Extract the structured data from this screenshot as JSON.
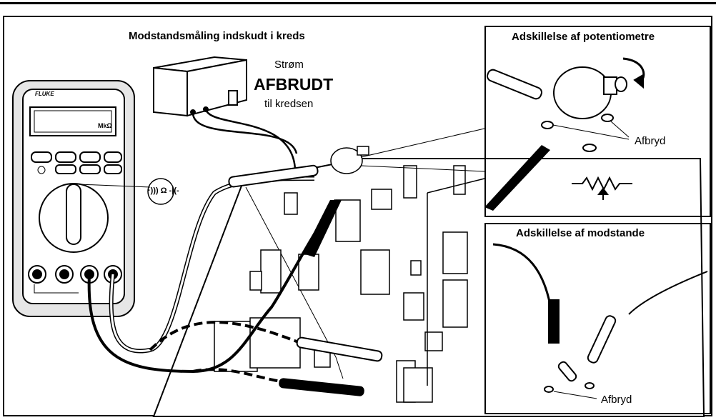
{
  "main_title": "Modstandsmåling indskudt i kreds",
  "power_supply": {
    "line1": "Strøm",
    "line2": "AFBRUDT",
    "line3": "til kredsen"
  },
  "panel_potentiometer": {
    "title": "Adskillelse af potentiometre",
    "callout": "Afbryd"
  },
  "panel_resistor": {
    "title": "Adskillelse af modstande",
    "callout": "Afbryd"
  },
  "meter": {
    "brand": "FLUKE",
    "display_unit": "MkΩ",
    "dial_symbol": "·))) Ω -|(-"
  },
  "colors": {
    "line": "#000000",
    "meter_body": "#e6e6e6",
    "board": "#ffffff"
  }
}
